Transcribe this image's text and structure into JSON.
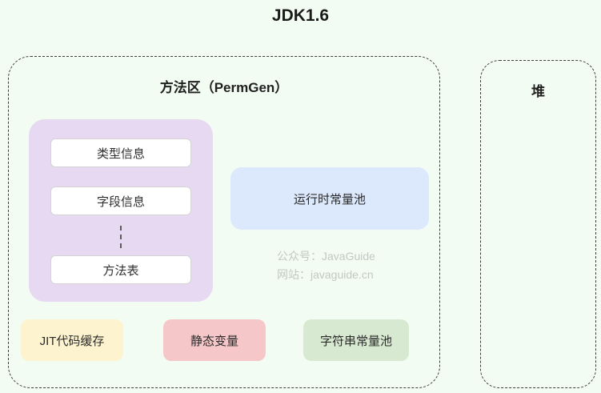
{
  "page": {
    "title": "JDK1.6",
    "background_color": "#f3fcf3",
    "dashed_border_color": "#3c3c3c"
  },
  "method_area": {
    "title": "方法区（PermGen）",
    "class_info_group": {
      "color": "#e7d9f2",
      "items": [
        {
          "label": "类型信息"
        },
        {
          "label": "字段信息"
        },
        {
          "label": "方法表"
        }
      ],
      "ellipsis_icon": "vertical-dashed-ellipsis"
    },
    "runtime_pool": {
      "label": "运行时常量池",
      "color": "#dce8fb"
    },
    "watermark": {
      "line1": "公众号：JavaGuide",
      "line2": "网站：javaguide.cn",
      "color": "#c2c8c3"
    },
    "bottom_boxes": [
      {
        "label": "JIT代码缓存",
        "color": "#fdf3cf"
      },
      {
        "label": "静态变量",
        "color": "#f6c7c9"
      },
      {
        "label": "字符串常量池",
        "color": "#d8e9d2"
      }
    ]
  },
  "heap": {
    "title": "堆"
  }
}
